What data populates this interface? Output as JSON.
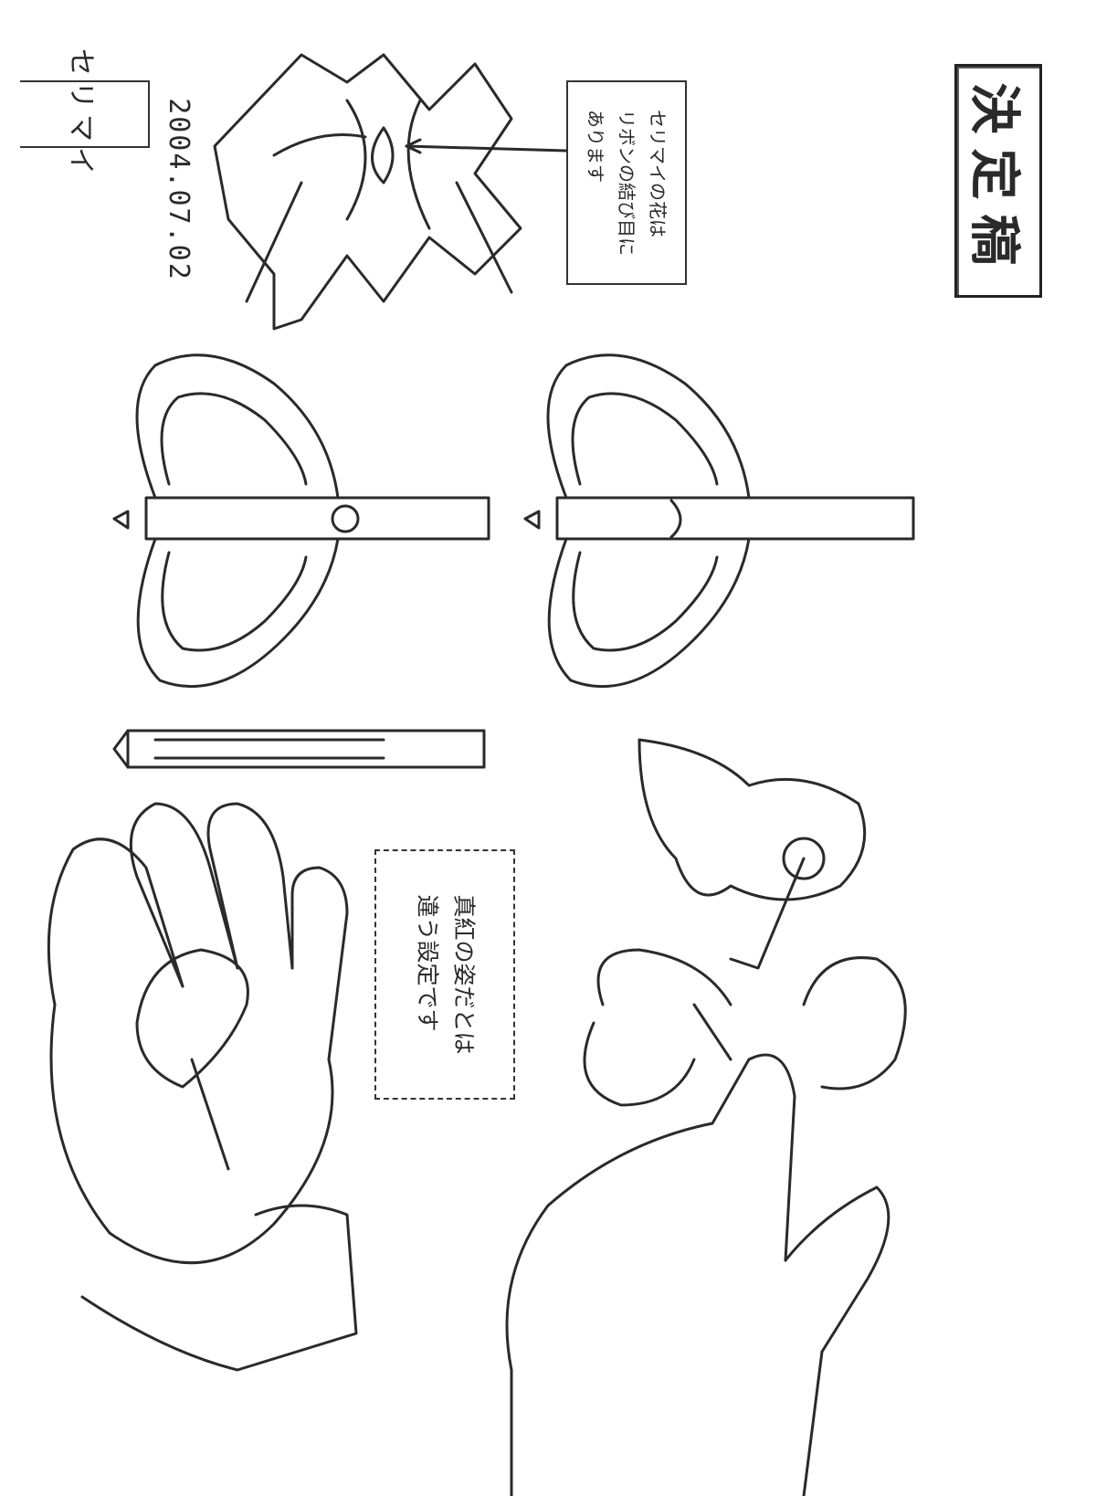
{
  "sheet": {
    "title": "セリマイ",
    "date": "2004.07.02",
    "stamp": "決定稿"
  },
  "notes": {
    "ribbon_note": "セリマイの花は\nリボンの結び目に\nあります",
    "gift_note": "真紅の姿だとは\n違う設定です"
  },
  "colors": {
    "ink": "#2a2a2a",
    "paper": "#ffffff"
  },
  "icons": [
    "bow-ribbon-icon",
    "ornate-scissors-icon",
    "hand-icon"
  ]
}
